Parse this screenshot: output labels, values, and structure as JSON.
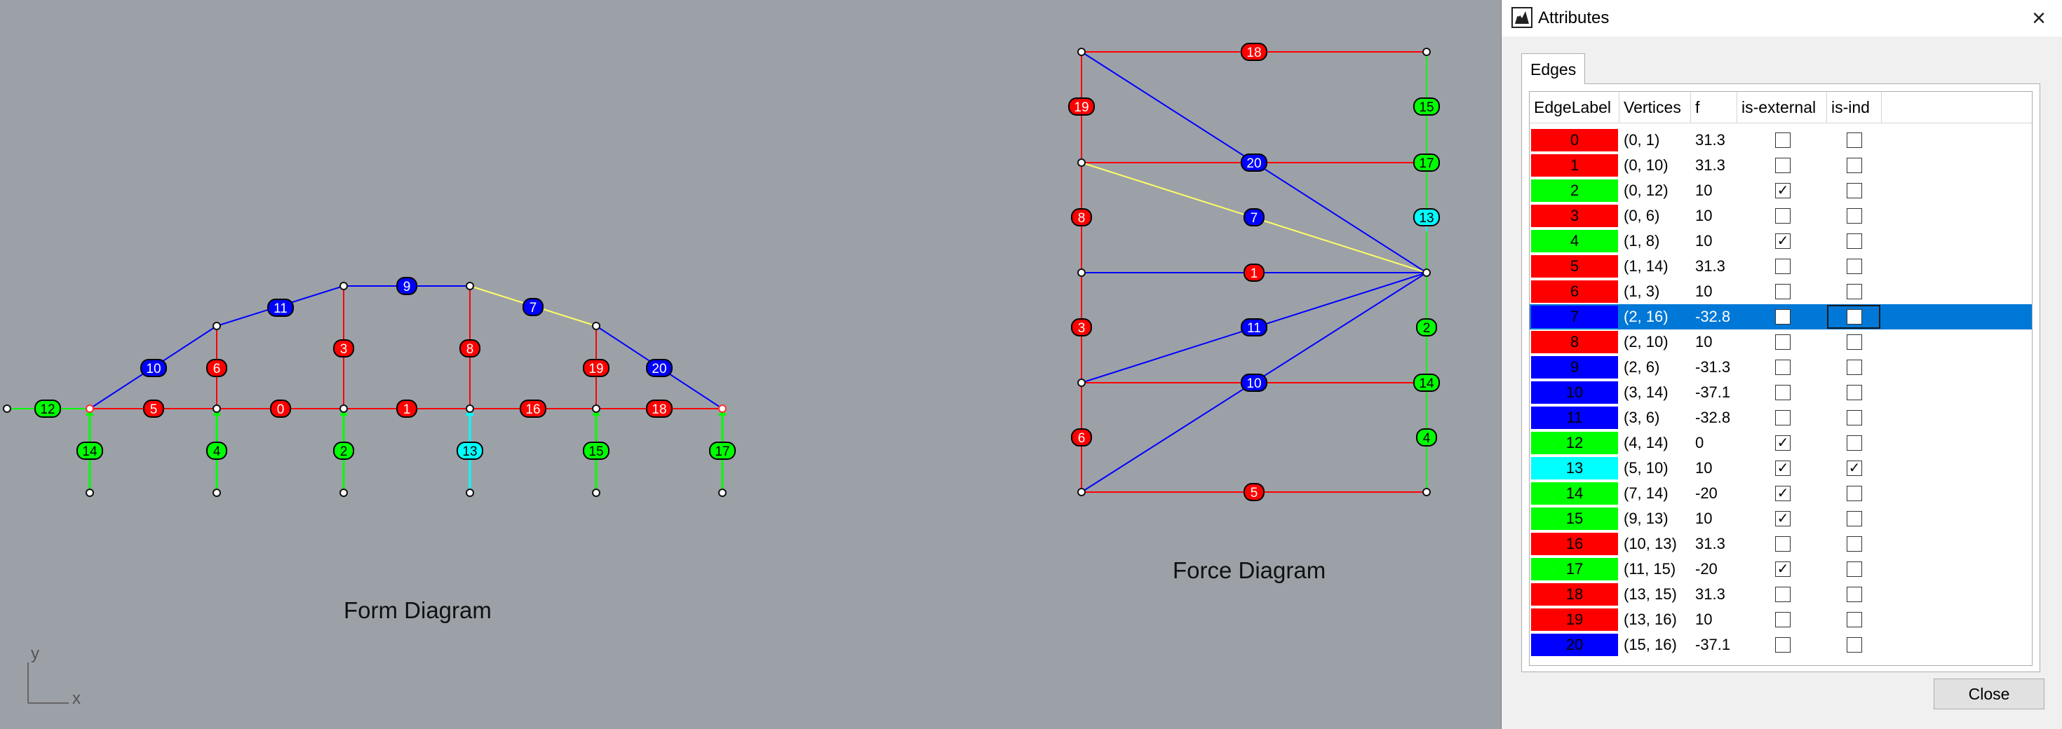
{
  "window": {
    "title": "Attributes"
  },
  "tabs": [
    {
      "label": "Edges"
    }
  ],
  "grid": {
    "headers": [
      "EdgeLabel",
      "Vertices",
      "f",
      "is-external",
      "is-ind"
    ],
    "rows": [
      {
        "label": "0",
        "vertices": "(0, 1)",
        "f": "31.3",
        "color": "#ff0000",
        "ext": false,
        "ind": false
      },
      {
        "label": "1",
        "vertices": "(0, 10)",
        "f": "31.3",
        "color": "#ff0000",
        "ext": false,
        "ind": false
      },
      {
        "label": "2",
        "vertices": "(0, 12)",
        "f": "10",
        "color": "#00ff00",
        "ext": true,
        "ind": false
      },
      {
        "label": "3",
        "vertices": "(0, 6)",
        "f": "10",
        "color": "#ff0000",
        "ext": false,
        "ind": false
      },
      {
        "label": "4",
        "vertices": "(1, 8)",
        "f": "10",
        "color": "#00ff00",
        "ext": true,
        "ind": false
      },
      {
        "label": "5",
        "vertices": "(1, 14)",
        "f": "31.3",
        "color": "#ff0000",
        "ext": false,
        "ind": false
      },
      {
        "label": "6",
        "vertices": "(1, 3)",
        "f": "10",
        "color": "#ff0000",
        "ext": false,
        "ind": false
      },
      {
        "label": "7",
        "vertices": "(2, 16)",
        "f": "-32.8",
        "color": "#0000ff",
        "ext": false,
        "ind": false,
        "selected": true
      },
      {
        "label": "8",
        "vertices": "(2, 10)",
        "f": "10",
        "color": "#ff0000",
        "ext": false,
        "ind": false
      },
      {
        "label": "9",
        "vertices": "(2, 6)",
        "f": "-31.3",
        "color": "#0000ff",
        "ext": false,
        "ind": false
      },
      {
        "label": "10",
        "vertices": "(3, 14)",
        "f": "-37.1",
        "color": "#0000ff",
        "ext": false,
        "ind": false
      },
      {
        "label": "11",
        "vertices": "(3, 6)",
        "f": "-32.8",
        "color": "#0000ff",
        "ext": false,
        "ind": false
      },
      {
        "label": "12",
        "vertices": "(4, 14)",
        "f": "0",
        "color": "#00ff00",
        "ext": true,
        "ind": false
      },
      {
        "label": "13",
        "vertices": "(5, 10)",
        "f": "10",
        "color": "#00ffff",
        "ext": true,
        "ind": true
      },
      {
        "label": "14",
        "vertices": "(7, 14)",
        "f": "-20",
        "color": "#00ff00",
        "ext": true,
        "ind": false
      },
      {
        "label": "15",
        "vertices": "(9, 13)",
        "f": "10",
        "color": "#00ff00",
        "ext": true,
        "ind": false
      },
      {
        "label": "16",
        "vertices": "(10, 13)",
        "f": "31.3",
        "color": "#ff0000",
        "ext": false,
        "ind": false
      },
      {
        "label": "17",
        "vertices": "(11, 15)",
        "f": "-20",
        "color": "#00ff00",
        "ext": true,
        "ind": false
      },
      {
        "label": "18",
        "vertices": "(13, 15)",
        "f": "31.3",
        "color": "#ff0000",
        "ext": false,
        "ind": false
      },
      {
        "label": "19",
        "vertices": "(13, 16)",
        "f": "10",
        "color": "#ff0000",
        "ext": false,
        "ind": false
      },
      {
        "label": "20",
        "vertices": "(15, 16)",
        "f": "-37.1",
        "color": "#0000ff",
        "ext": false,
        "ind": false
      }
    ]
  },
  "close_button": "Close",
  "viewport": {
    "form_title": "Form Diagram",
    "force_title": "Force Diagram",
    "axis_y": "y",
    "axis_x": "x"
  },
  "colors": {
    "tension": "#ff0000",
    "compression": "#0000ff",
    "external": "#00ff00",
    "independent": "#00ffff",
    "highlight": "#ffff66",
    "selection": "#0078d7"
  },
  "form_labels": [
    {
      "text": "0",
      "color": "#ff0000"
    },
    {
      "text": "1",
      "color": "#ff0000"
    },
    {
      "text": "2",
      "color": "#00ff00"
    },
    {
      "text": "3",
      "color": "#ff0000"
    },
    {
      "text": "4",
      "color": "#00ff00"
    },
    {
      "text": "5",
      "color": "#ff0000"
    },
    {
      "text": "6",
      "color": "#ff0000"
    },
    {
      "text": "7",
      "color": "#0000ff"
    },
    {
      "text": "8",
      "color": "#ff0000"
    },
    {
      "text": "9",
      "color": "#0000ff"
    },
    {
      "text": "10",
      "color": "#0000ff"
    },
    {
      "text": "11",
      "color": "#0000ff"
    },
    {
      "text": "12",
      "color": "#00ff00"
    },
    {
      "text": "13",
      "color": "#00ffff"
    },
    {
      "text": "14",
      "color": "#00ff00"
    },
    {
      "text": "15",
      "color": "#00ff00"
    },
    {
      "text": "16",
      "color": "#ff0000"
    },
    {
      "text": "17",
      "color": "#00ff00"
    },
    {
      "text": "18",
      "color": "#ff0000"
    },
    {
      "text": "19",
      "color": "#ff0000"
    },
    {
      "text": "20",
      "color": "#0000ff"
    }
  ],
  "force_labels": [
    {
      "text": "18",
      "color": "#ff0000"
    },
    {
      "text": "19",
      "color": "#ff0000"
    },
    {
      "text": "15",
      "color": "#00ff00"
    },
    {
      "text": "20",
      "color": "#0000ff"
    },
    {
      "text": "17",
      "color": "#00ff00"
    },
    {
      "text": "8",
      "color": "#ff0000"
    },
    {
      "text": "7",
      "color": "#0000ff"
    },
    {
      "text": "13",
      "color": "#00ffff"
    },
    {
      "text": "1",
      "color": "#ff0000"
    },
    {
      "text": "3",
      "color": "#ff0000"
    },
    {
      "text": "11",
      "color": "#0000ff"
    },
    {
      "text": "2",
      "color": "#00ff00"
    },
    {
      "text": "10",
      "color": "#0000ff"
    },
    {
      "text": "14",
      "color": "#00ff00"
    },
    {
      "text": "6",
      "color": "#ff0000"
    },
    {
      "text": "4",
      "color": "#00ff00"
    },
    {
      "text": "5",
      "color": "#ff0000"
    }
  ]
}
